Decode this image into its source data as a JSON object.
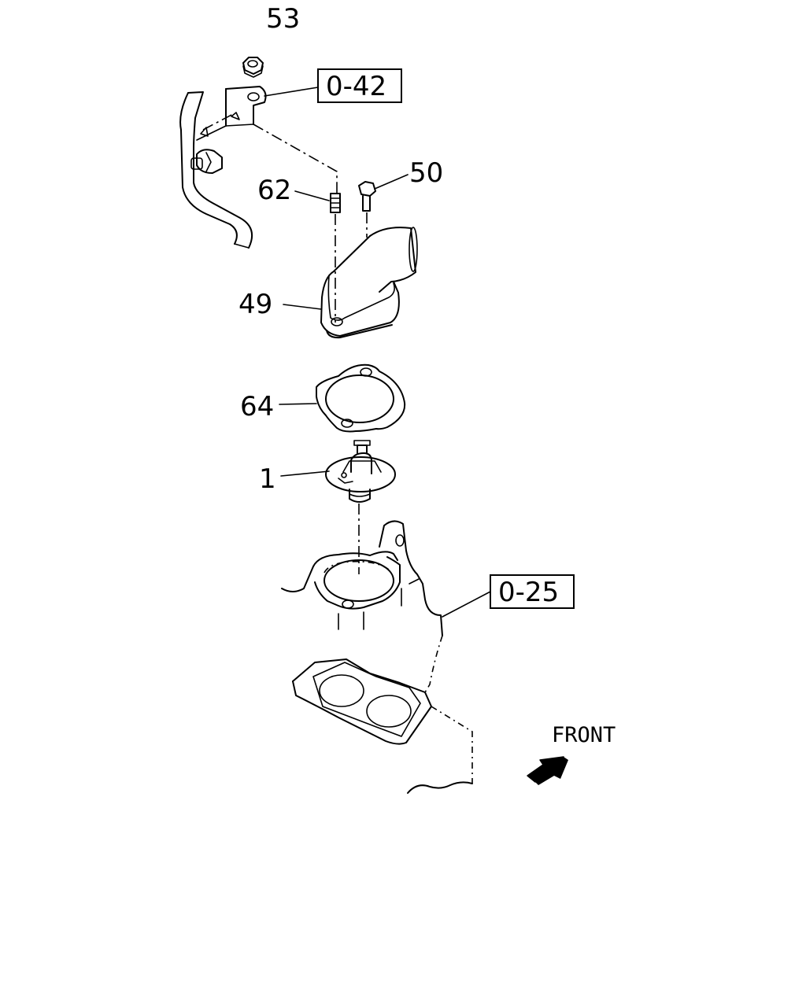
{
  "callouts": {
    "c53": "53",
    "c50": "50",
    "c62": "62",
    "c49": "49",
    "c64": "64",
    "c1": "1"
  },
  "references": {
    "r042": "0-42",
    "r025": "0-25"
  },
  "front_label": "FRONT",
  "ink_color": "#000000",
  "background_color": "#ffffff"
}
